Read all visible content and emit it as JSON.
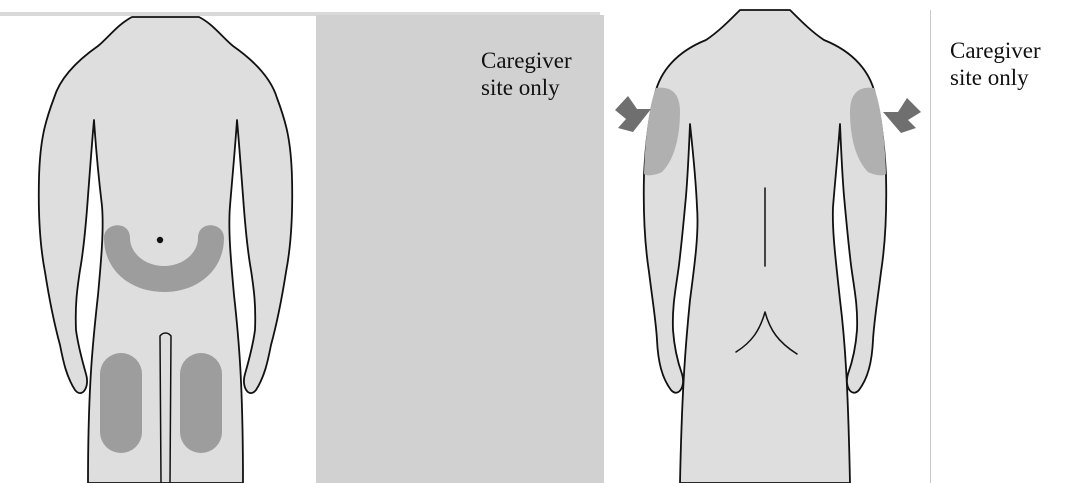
{
  "caregiver_note_left": {
    "line1": "Caregiver",
    "line2": "site only"
  },
  "caregiver_note_right": {
    "line1": "Caregiver",
    "line2": "site only"
  },
  "colors": {
    "body_fill": "#dedede",
    "outline": "#111111",
    "injection_zone": "#9d9d9d",
    "arm_zone": "#b0b0b0",
    "arrow": "#6f6f6f",
    "band": "#d1d1d1"
  }
}
